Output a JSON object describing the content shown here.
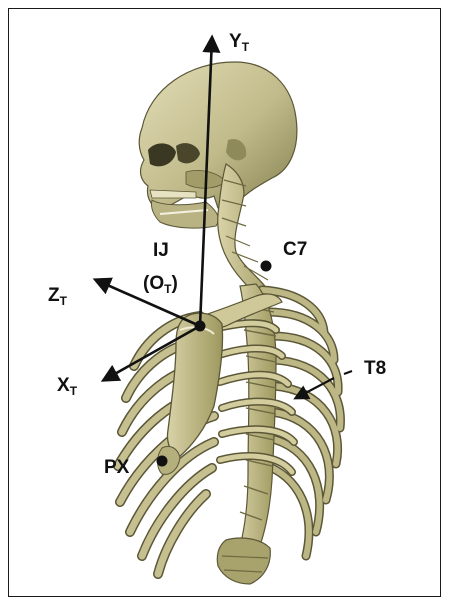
{
  "labels": {
    "y_axis": "Y",
    "y_sub": "T",
    "z_axis": "Z",
    "z_sub": "T",
    "x_axis": "X",
    "x_sub": "T",
    "ij": "IJ",
    "origin": "(O",
    "origin_sub": "T",
    "origin_close": ")",
    "c7": "C7",
    "t8": "T8",
    "px": "PX"
  },
  "colors": {
    "bone_fill": "#c3bd8d",
    "bone_light": "#ddd8b0",
    "bone_shadow": "#7d784f",
    "bone_edge": "#5b5737",
    "axis": "#111111",
    "frame": "#1a1a1a"
  }
}
